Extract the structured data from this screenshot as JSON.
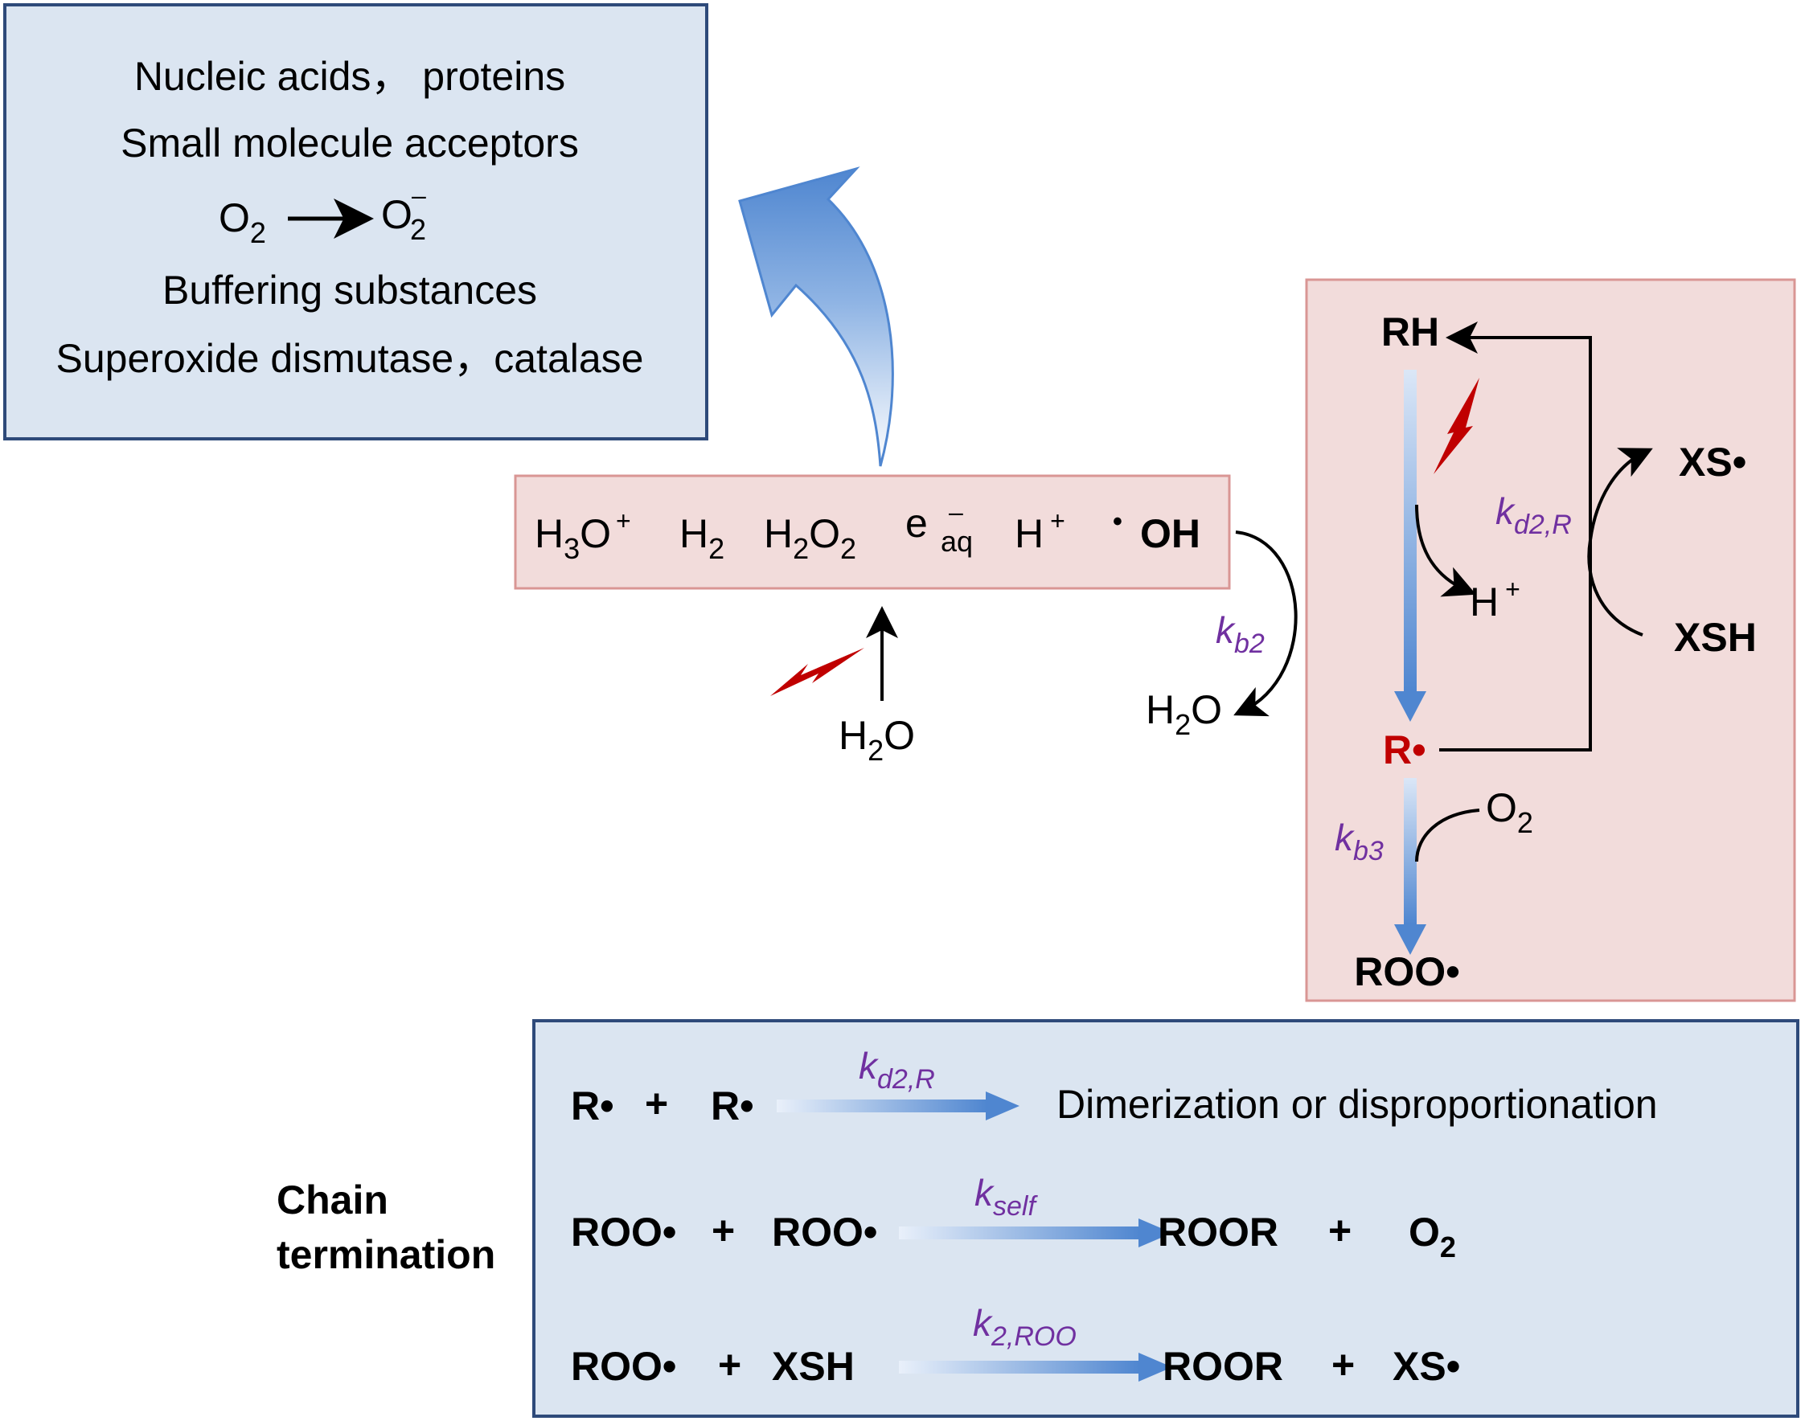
{
  "colors": {
    "blue_box_fill": "#dbe5f1",
    "blue_box_stroke": "#2e4a7a",
    "pink_box_fill": "#f2dcdb",
    "pink_box_stroke": "#d99694",
    "arrow_blue": "#4f86d0",
    "bolt_red": "#c00000",
    "rate_purple": "#7030a0",
    "radical_red": "#c00000"
  },
  "icons": [
    "lightning-bolt-icon",
    "curved-arrow-icon"
  ],
  "scavengers": {
    "line1": "Nucleic acids，  proteins",
    "line2": "Small molecule acceptors",
    "o2_left": "O",
    "o2_left_sub": "2",
    "o2_right": "O",
    "o2_right_sub": "2",
    "o2_right_sup": "–",
    "line4": "Buffering substances",
    "line5": "Superoxide dismutase，catalase"
  },
  "products": {
    "h3o": "H",
    "h3o_sub": "3",
    "h3o_o": "O",
    "h3o_sup": "+",
    "h2": "H",
    "h2_sub": "2",
    "h2o2": "H",
    "h2o2_sub1": "2",
    "h2o2_o": "O",
    "h2o2_sub2": "2",
    "e": "e",
    "e_sup": "–",
    "e_sub": "aq",
    "h": "H",
    "h_sup": "+",
    "oh_dot": "•",
    "oh": "OH"
  },
  "water_in": {
    "h": "H",
    "sub": "2",
    "o": "O"
  },
  "water_out": {
    "h": "H",
    "sub": "2",
    "o": "O"
  },
  "rates": {
    "kb2": "k",
    "kb2_sub": "b2",
    "kb3": "k",
    "kb3_sub": "b3",
    "kd2r": "k",
    "kd2r_sub": "d2,R",
    "kself": "k",
    "kself_sub": "self",
    "k2roo": "k",
    "k2roo_sub": "2,ROO"
  },
  "cycle": {
    "rh": "RH",
    "r_radical": "R•",
    "h_plus": "H",
    "h_plus_sup": "+",
    "xs_radical": "XS•",
    "xsh": "XSH",
    "o2": "O",
    "o2_sub": "2",
    "roo_radical": "ROO•"
  },
  "termination": {
    "label_line1": "Chain",
    "label_line2": "termination",
    "r1_a": "R•",
    "r1_plus": "+",
    "r1_b": "R•",
    "r1_product": "Dimerization or disproportionation",
    "r2_a": "ROO•",
    "r2_plus": "+",
    "r2_b": "ROO•",
    "r2_p1": "ROOR",
    "r2_plus2": "+",
    "r2_p2": "O",
    "r2_p2_sub": "2",
    "r3_a": "ROO•",
    "r3_plus": "+",
    "r3_b": "XSH",
    "r3_p1": "ROOR",
    "r3_plus2": "+",
    "r3_p2": "XS•"
  }
}
